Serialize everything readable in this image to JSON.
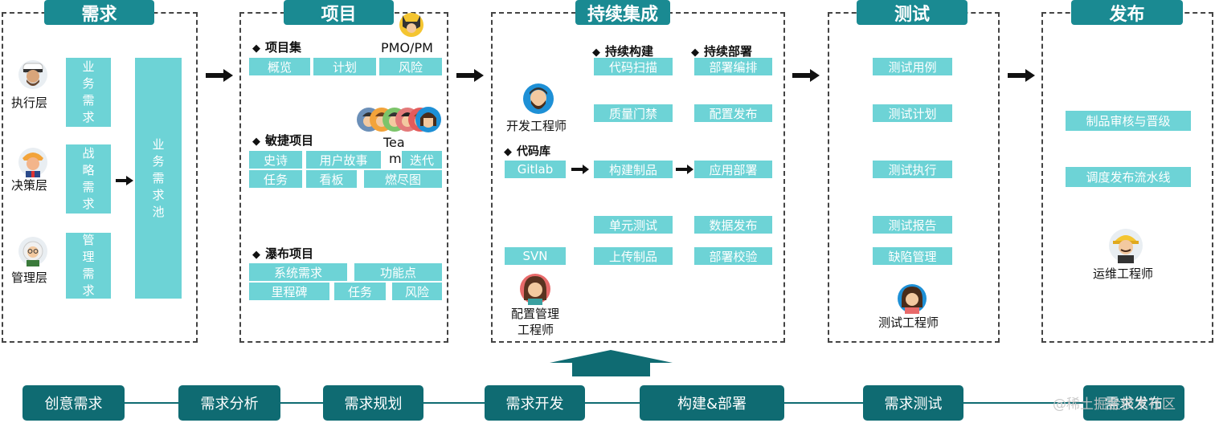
{
  "panels": {
    "requirements": {
      "title": "需求",
      "roles": [
        "执行层",
        "决策层",
        "管理层"
      ],
      "demands": [
        "业务需求",
        "战略需求",
        "管理需求"
      ],
      "pool": "业务需求池"
    },
    "project": {
      "title": "项目",
      "pmo_label": "PMO/PM",
      "team_label_line1": "Tea",
      "team_label_line2": "m",
      "collection_header": "项目集",
      "collection_items": [
        "概览",
        "计划",
        "风险"
      ],
      "agile_header": "敏捷项目",
      "agile_items": [
        "史诗",
        "用户故事",
        "迭代",
        "任务",
        "看板",
        "燃尽图"
      ],
      "waterfall_header": "瀑布项目",
      "waterfall_items": [
        "系统需求",
        "功能点",
        "里程碑",
        "任务",
        "风险"
      ]
    },
    "ci": {
      "title": "持续集成",
      "build_header": "持续构建",
      "deploy_header": "持续部署",
      "repo_header": "代码库",
      "dev_label": "开发工程师",
      "config_label_line1": "配置管理",
      "config_label_line2": "工程师",
      "repos": [
        "Gitlab",
        "SVN"
      ],
      "build_items": [
        "代码扫描",
        "质量门禁",
        "构建制品",
        "单元测试",
        "上传制品"
      ],
      "deploy_items": [
        "部署编排",
        "配置发布",
        "应用部署",
        "数据发布",
        "部署校验"
      ]
    },
    "test": {
      "title": "测试",
      "items": [
        "测试用例",
        "测试计划",
        "测试执行",
        "测试报告",
        "缺陷管理"
      ],
      "tester_label": "测试工程师"
    },
    "release": {
      "title": "发布",
      "items": [
        "制品审核与晋级",
        "调度发布流水线"
      ],
      "ops_label": "运维工程师"
    }
  },
  "flow": [
    "创意需求",
    "需求分析",
    "需求规划",
    "需求开发",
    "构建&部署",
    "需求测试",
    "需求发布"
  ],
  "watermark": "@稀土掘金技术社区",
  "colors": {
    "header": "#1a8a92",
    "chip": "#6dd3d6",
    "flow": "#0f6b72"
  }
}
